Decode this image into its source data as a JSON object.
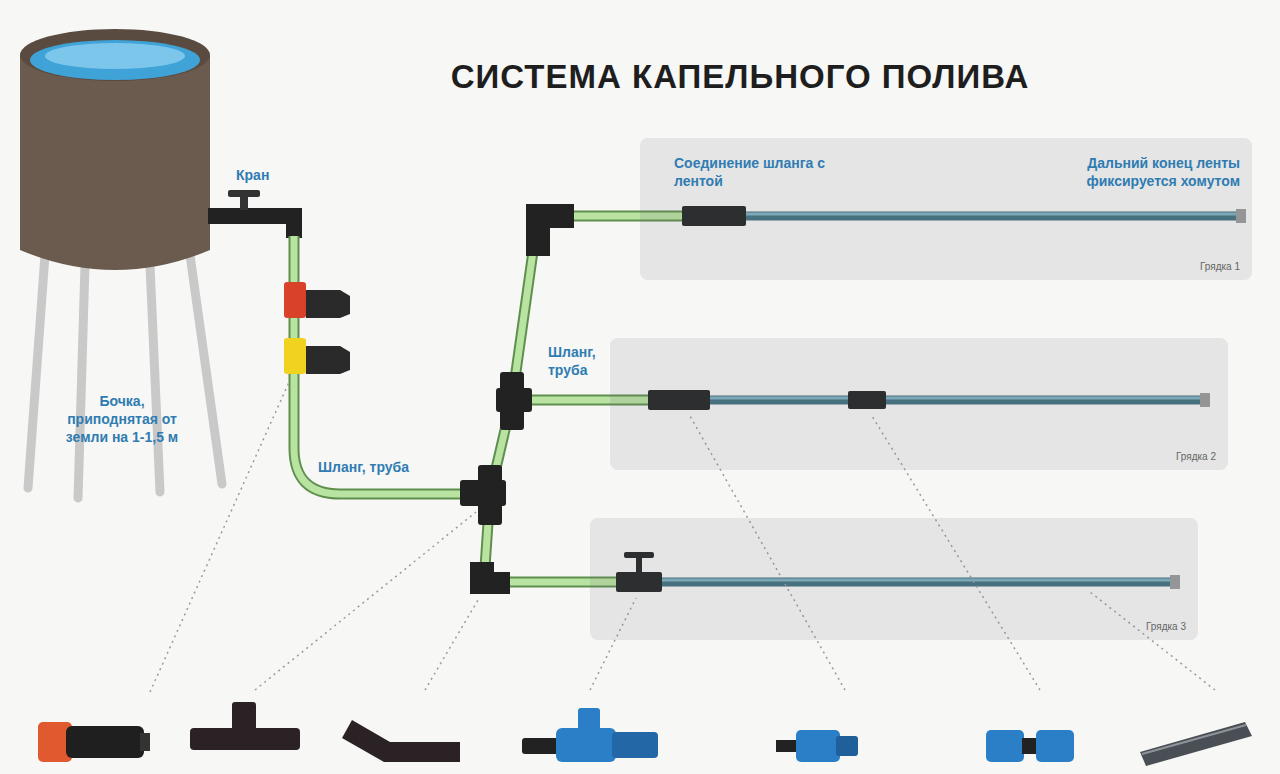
{
  "diagram": {
    "title": "СИСТЕМА КАПЕЛЬНОГО ПОЛИВА",
    "nodes": [
      {
        "text": [
          "Соединение шланга с лентой",
          "Дальний конец ленты фиксируется хомутом",
          "Грядка 1"
        ]
      },
      {
        "text": [
          "Грядка 2"
        ]
      },
      {
        "text": [
          "Грядка 3"
        ]
      }
    ],
    "labels": [
      "Кран",
      "Бочка, приподнятая от земли на 1-1,5 м",
      "Шланг, труба",
      "Шланг, труба"
    ]
  }
}
